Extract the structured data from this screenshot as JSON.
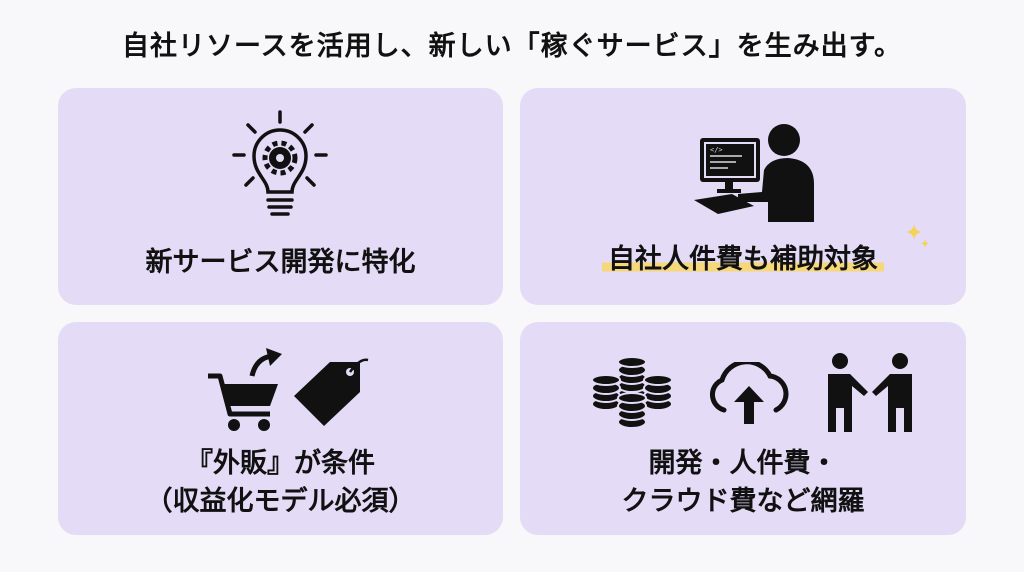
{
  "title": "自社リソースを活用し、新しい「稼ぐサービス」を生み出す。",
  "cards": [
    {
      "label": "新サービス開発に特化",
      "icon": "lightbulb-gear-icon"
    },
    {
      "label": "自社人件費も補助対象",
      "icon": "developer-at-computer-icon",
      "highlight_color": "#f6d77a"
    },
    {
      "line1": "『外販』が条件",
      "line2": "（収益化モデル必須）",
      "icons": [
        "shopping-cart-icon",
        "price-tag-icon"
      ]
    },
    {
      "line1": "開発・人件費・",
      "line2": "クラウド費など網羅",
      "icons": [
        "coins-icon",
        "cloud-upload-icon",
        "handshake-icon"
      ]
    }
  ],
  "colors": {
    "card": "#e4dbf7",
    "background": "#f8f7f9",
    "highlight": "#f6d77a",
    "sparkle": "#f5d35a"
  }
}
